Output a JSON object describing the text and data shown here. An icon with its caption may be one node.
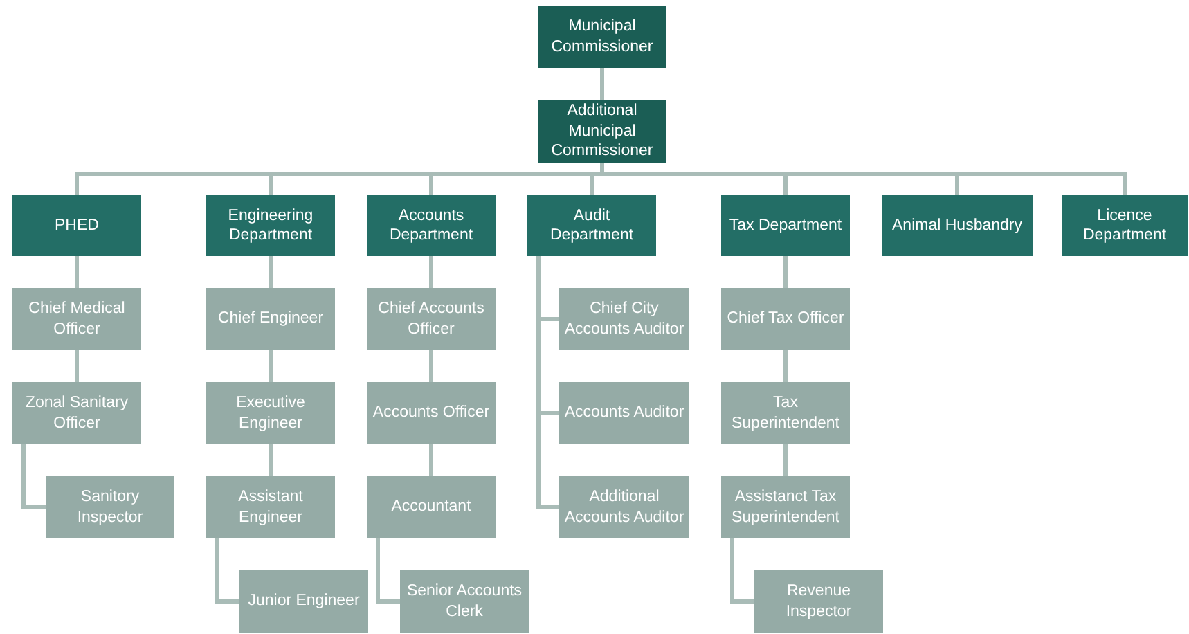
{
  "diagram": {
    "nodes": [
      {
        "text": [
          "Municipal Commissioner"
        ]
      },
      {
        "text": [
          "Additional Municipal Commissioner"
        ]
      },
      {
        "text": [
          "PHED"
        ]
      },
      {
        "text": [
          "Engineering Department"
        ]
      },
      {
        "text": [
          "Accounts Department"
        ]
      },
      {
        "text": [
          "Audit Department"
        ]
      },
      {
        "text": [
          "Tax Department"
        ]
      },
      {
        "text": [
          "Animal Husbandry"
        ]
      },
      {
        "text": [
          "Licence Department"
        ]
      },
      {
        "text": [
          "Chief Medical Officer"
        ]
      },
      {
        "text": [
          "Zonal Sanitary Officer"
        ]
      },
      {
        "text": [
          "Sanitory Inspector"
        ]
      },
      {
        "text": [
          "Chief Engineer"
        ]
      },
      {
        "text": [
          "Executive Engineer"
        ]
      },
      {
        "text": [
          "Assistant Engineer"
        ]
      },
      {
        "text": [
          "Junior Engineer"
        ]
      },
      {
        "text": [
          "Chief Accounts Officer"
        ]
      },
      {
        "text": [
          "Accounts Officer"
        ]
      },
      {
        "text": [
          "Accountant"
        ]
      },
      {
        "text": [
          "Senior Accounts Clerk"
        ]
      },
      {
        "text": [
          "Chief City Accounts Auditor"
        ]
      },
      {
        "text": [
          "Accounts Auditor"
        ]
      },
      {
        "text": [
          "Additional Accounts Auditor"
        ]
      },
      {
        "text": [
          "Chief Tax Officer"
        ]
      },
      {
        "text": [
          "Tax Superintendent"
        ]
      },
      {
        "text": [
          "Assistanct Tax Superintendent"
        ]
      },
      {
        "text": [
          "Revenue Inspector"
        ]
      }
    ],
    "edges": [
      {
        "from": 0,
        "to": 1,
        "arrow": "none"
      },
      {
        "from": 1,
        "to": 2,
        "arrow": "none"
      },
      {
        "from": 1,
        "to": 3,
        "arrow": "none"
      },
      {
        "from": 1,
        "to": 4,
        "arrow": "none"
      },
      {
        "from": 1,
        "to": 5,
        "arrow": "none"
      },
      {
        "from": 1,
        "to": 6,
        "arrow": "none"
      },
      {
        "from": 1,
        "to": 7,
        "arrow": "none"
      },
      {
        "from": 1,
        "to": 8,
        "arrow": "none"
      },
      {
        "from": 2,
        "to": 9,
        "arrow": "none"
      },
      {
        "from": 9,
        "to": 10,
        "arrow": "none"
      },
      {
        "from": 10,
        "to": 11,
        "arrow": "none"
      },
      {
        "from": 3,
        "to": 12,
        "arrow": "none"
      },
      {
        "from": 12,
        "to": 13,
        "arrow": "none"
      },
      {
        "from": 13,
        "to": 14,
        "arrow": "none"
      },
      {
        "from": 14,
        "to": 15,
        "arrow": "none"
      },
      {
        "from": 4,
        "to": 16,
        "arrow": "none"
      },
      {
        "from": 16,
        "to": 17,
        "arrow": "none"
      },
      {
        "from": 17,
        "to": 18,
        "arrow": "none"
      },
      {
        "from": 18,
        "to": 19,
        "arrow": "none"
      },
      {
        "from": 5,
        "to": 20,
        "arrow": "none"
      },
      {
        "from": 5,
        "to": 21,
        "arrow": "none"
      },
      {
        "from": 5,
        "to": 22,
        "arrow": "none"
      },
      {
        "from": 6,
        "to": 23,
        "arrow": "none"
      },
      {
        "from": 23,
        "to": 24,
        "arrow": "none"
      },
      {
        "from": 24,
        "to": 25,
        "arrow": "none"
      },
      {
        "from": 25,
        "to": 26,
        "arrow": "none"
      }
    ]
  }
}
